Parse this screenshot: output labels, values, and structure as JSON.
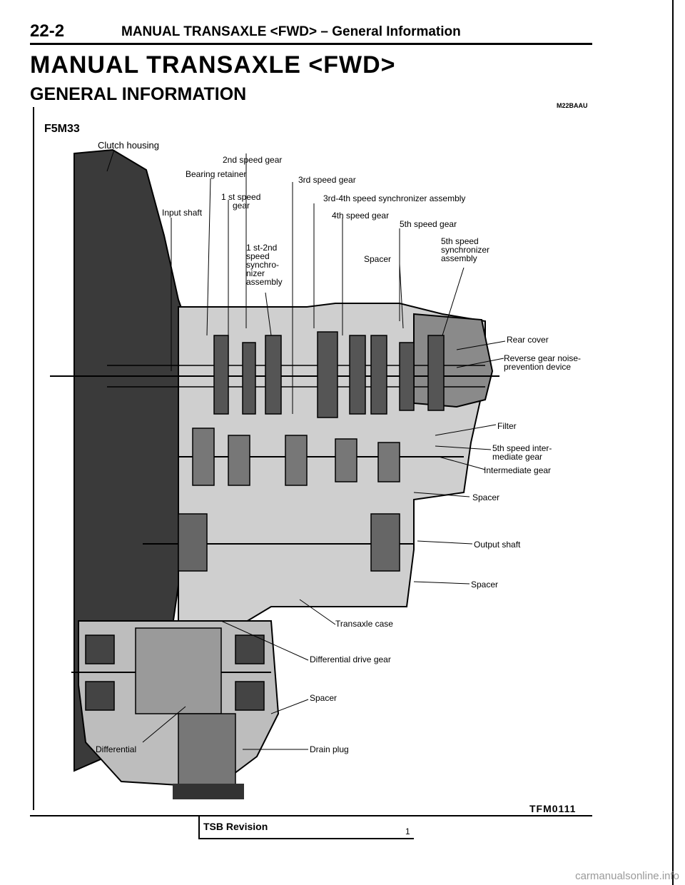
{
  "header": {
    "page_number": "22-2",
    "running_title": "MANUAL TRANSAXLE <FWD> – General Information"
  },
  "title": "MANUAL TRANSAXLE <FWD>",
  "section": "GENERAL INFORMATION",
  "section_code": "M22BAAU",
  "model": "F5M33",
  "labels": {
    "clutch_housing": "Clutch housing",
    "second_gear": "2nd speed gear",
    "bearing_retainer": "Bearing retainer",
    "third_gear": "3rd speed gear",
    "first_gear_1": "1 st speed",
    "first_gear_2": "gear",
    "sync34": "3rd-4th speed synchronizer assembly",
    "input_shaft": "Input shaft",
    "fourth_gear": "4th speed gear",
    "fifth_gear": "5th speed gear",
    "sync12": "1 st-2nd speed synchro- nizer assembly",
    "spacer_top": "Spacer",
    "sync5": "5th speed synchronizer assembly",
    "rear_cover": "Rear cover",
    "reverse_gear": "Reverse gear noise-prevention device",
    "filter": "Filter",
    "fifth_inter": "5th speed inter- mediate gear",
    "intermediate_gear": "Intermediate gear",
    "spacer_mid": "Spacer",
    "output_shaft": "Output shaft",
    "spacer_low": "Spacer",
    "transaxle_case": "Transaxle case",
    "diff_drive_gear": "Differential drive gear",
    "spacer_bottom": "Spacer",
    "differential": "Differential",
    "drain_plug": "Drain plug"
  },
  "figure_id": "TFM0111",
  "footer": {
    "tsb_label": "TSB Revision",
    "tsb_number": "1"
  },
  "watermark": "carmanualsonline.info"
}
